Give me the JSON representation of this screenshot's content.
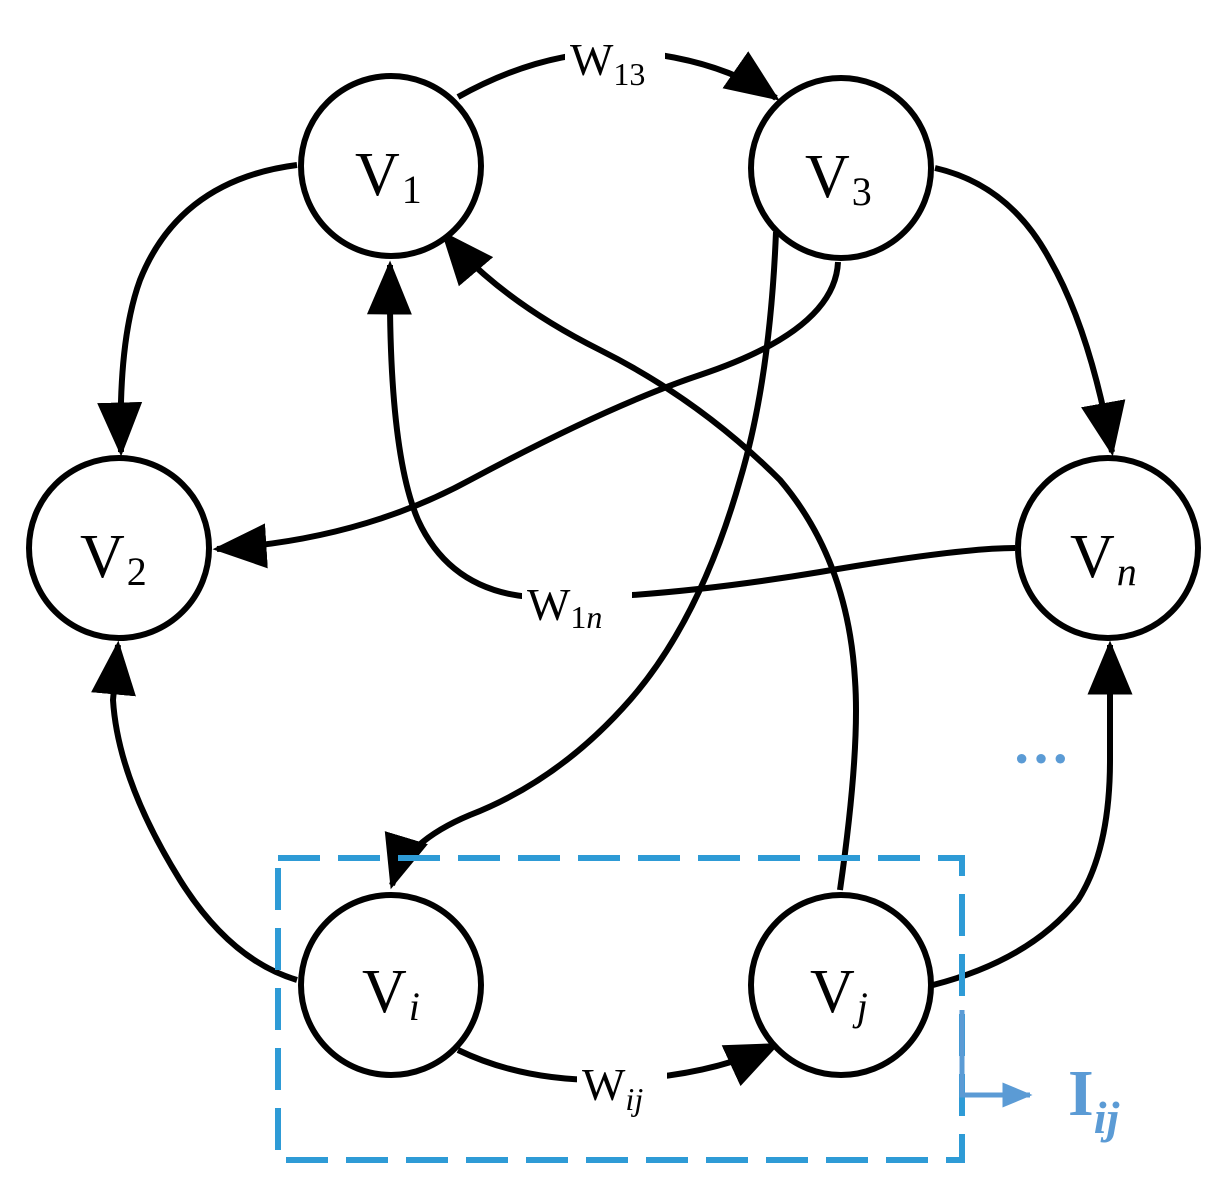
{
  "nodes": {
    "v1": {
      "main": "V",
      "sub": "1"
    },
    "v2": {
      "main": "V",
      "sub": "2"
    },
    "v3": {
      "main": "V",
      "sub": "3"
    },
    "vn": {
      "main": "V",
      "sub": "n"
    },
    "vi": {
      "main": "V",
      "sub": "i"
    },
    "vj": {
      "main": "V",
      "sub": "j"
    }
  },
  "edge_labels": {
    "w13": {
      "main": "W",
      "sub": "13"
    },
    "w1n": {
      "main": "W",
      "sub": "1n"
    },
    "wij": {
      "main": "W",
      "sub": "ij"
    }
  },
  "ellipsis": "···",
  "highlight": {
    "label_main": "I",
    "label_sub": "ij",
    "color": "#2e9bd6",
    "label_color": "#5b9bd5"
  }
}
